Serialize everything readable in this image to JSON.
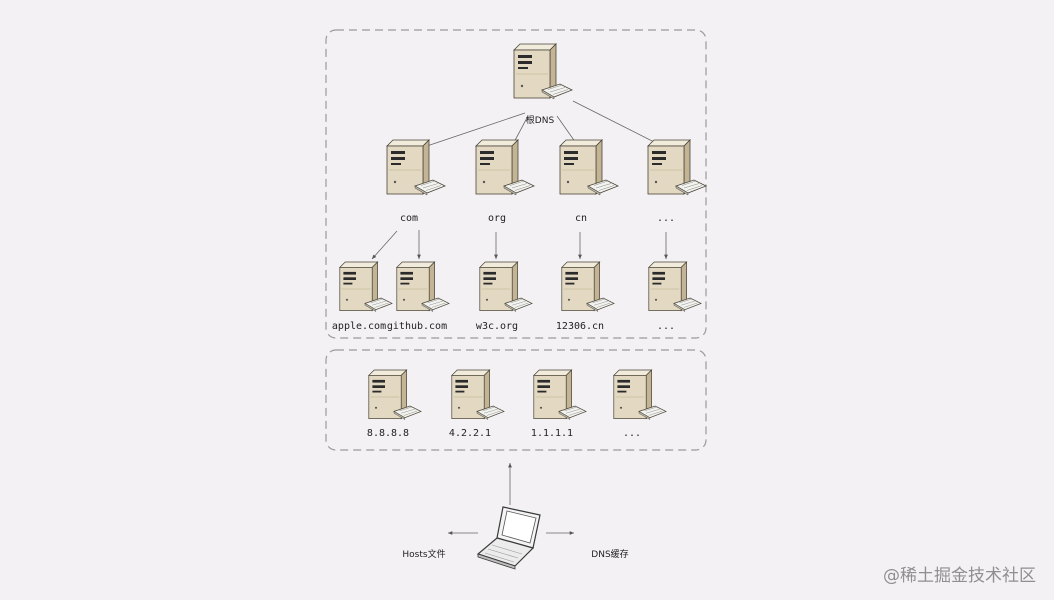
{
  "root": {
    "label": "根DNS"
  },
  "tld": [
    {
      "label": "com"
    },
    {
      "label": "org"
    },
    {
      "label": "cn"
    },
    {
      "label": "..."
    }
  ],
  "domains": [
    {
      "label": "apple.com"
    },
    {
      "label": "github.com"
    },
    {
      "label": "w3c.org"
    },
    {
      "label": "12306.cn"
    },
    {
      "label": "..."
    }
  ],
  "resolvers": [
    {
      "label": "8.8.8.8"
    },
    {
      "label": "4.2.2.1"
    },
    {
      "label": "1.1.1.1"
    },
    {
      "label": "..."
    }
  ],
  "client": {
    "hosts_label": "Hosts文件",
    "cache_label": "DNS缓存"
  },
  "watermark": "@稀土掘金技术社区",
  "colors": {
    "server_front": "#e3d9c2",
    "server_side": "#c2b494",
    "server_top": "#f1ebdc",
    "outline": "#4a4538"
  }
}
